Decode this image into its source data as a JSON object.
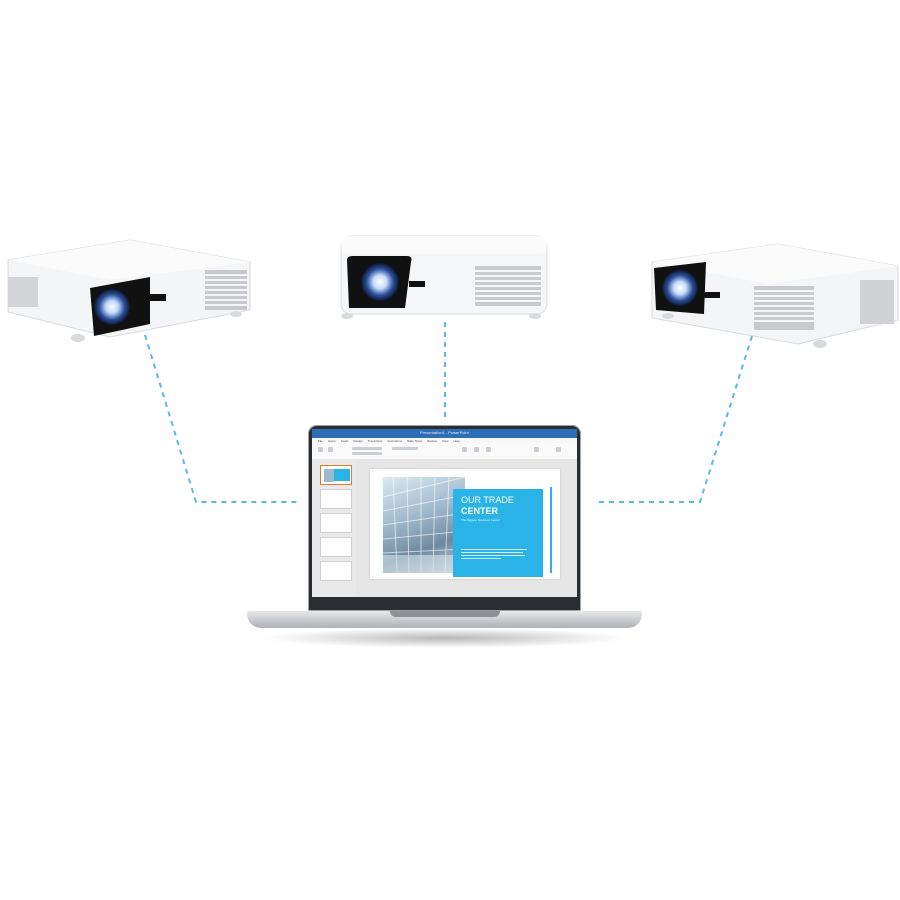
{
  "scene": {
    "subject": "three-projectors-connected-to-laptop",
    "line_color": "#5bb8de"
  },
  "laptop": {
    "screen": {
      "app_titlebar_text": "Presentation1 - PowerPoint",
      "ribbon_tabs": [
        "File",
        "Home",
        "Insert",
        "Design",
        "Transitions",
        "Animations",
        "Slide Show",
        "Review",
        "View",
        "Help"
      ],
      "slide": {
        "title_line1": "OUR TRADE",
        "title_line2": "CENTER",
        "subtitle": "The Biggest Business Center",
        "accent_color": "#29b3e6"
      }
    }
  }
}
